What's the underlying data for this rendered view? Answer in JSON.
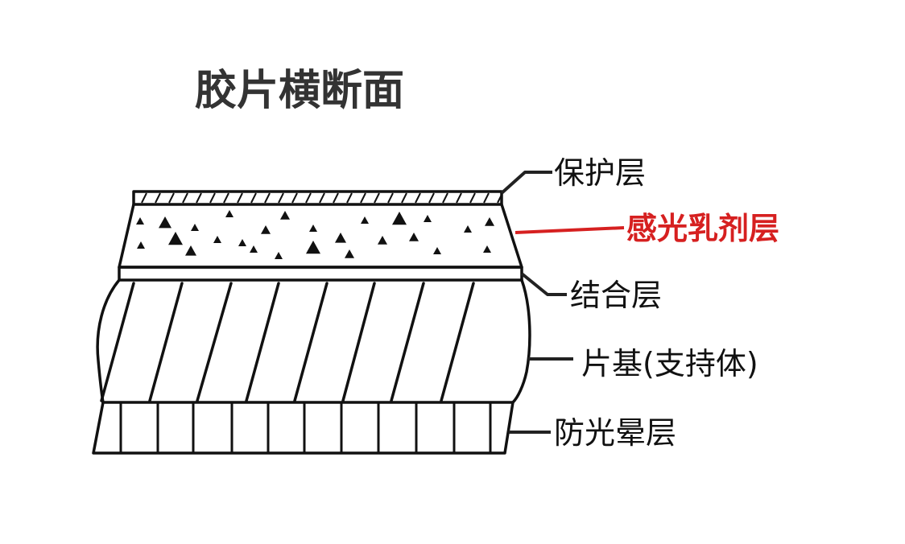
{
  "title": "胶片横断面",
  "layers": {
    "protective": "保护层",
    "emulsion": "感光乳剂层",
    "binding": "结合层",
    "base": "片基(支持体)",
    "antihalation": "防光晕层"
  },
  "colors": {
    "highlight": "#d62020",
    "ink": "#111111",
    "title": "#333333"
  }
}
